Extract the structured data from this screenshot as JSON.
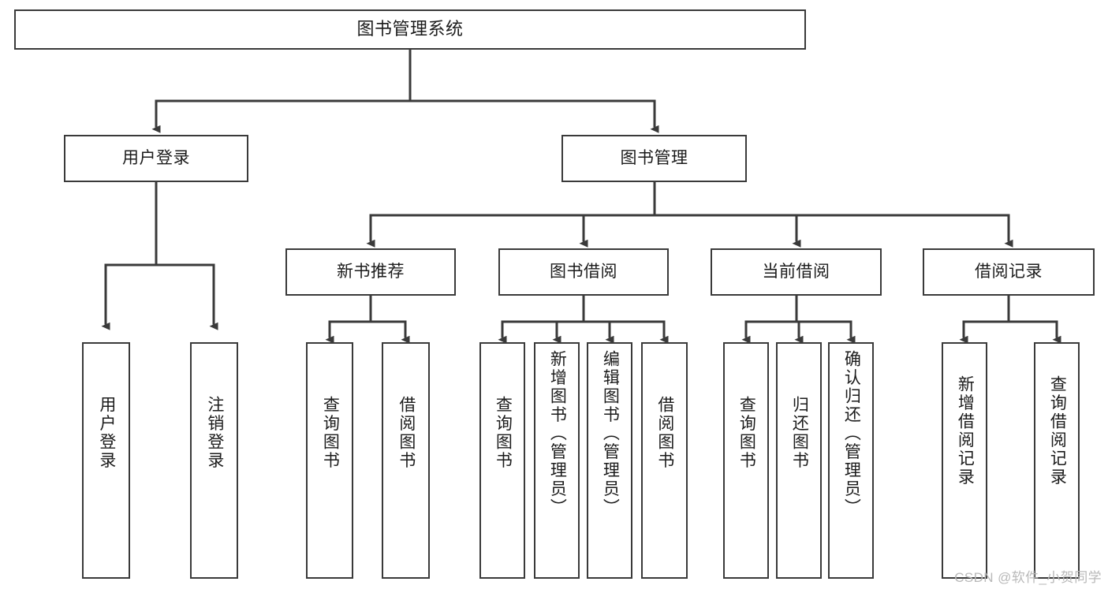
{
  "diagram": {
    "title": "图书管理系统",
    "type": "tree-hierarchy",
    "root": {
      "label": "图书管理系统"
    },
    "level2": [
      {
        "label": "用户登录"
      },
      {
        "label": "图书管理"
      }
    ],
    "level3": [
      {
        "label": "新书推荐"
      },
      {
        "label": "图书借阅"
      },
      {
        "label": "当前借阅"
      },
      {
        "label": "借阅记录"
      }
    ],
    "leaves": {
      "user_login": [
        {
          "label": "用户登录"
        },
        {
          "label": "注销登录"
        }
      ],
      "new_book_recommend": [
        {
          "label": "查询图书"
        },
        {
          "label": "借阅图书"
        }
      ],
      "book_borrow": [
        {
          "label": "查询图书"
        },
        {
          "label": "新增图书（管理员）"
        },
        {
          "label": "编辑图书（管理员）"
        },
        {
          "label": "借阅图书"
        }
      ],
      "current_borrow": [
        {
          "label": "查询图书"
        },
        {
          "label": "归还图书"
        },
        {
          "label": "确认归还（管理员）"
        }
      ],
      "borrow_record": [
        {
          "label": "新增借阅记录"
        },
        {
          "label": "查询借阅记录"
        }
      ]
    }
  },
  "watermark": {
    "text": "CSDN @软件_小贺同学"
  },
  "colors": {
    "border": "#3a3a3a",
    "line": "#3a3a3a",
    "text": "#1b1b1b",
    "background": "#ffffff",
    "watermark": "#b9b9b9"
  }
}
